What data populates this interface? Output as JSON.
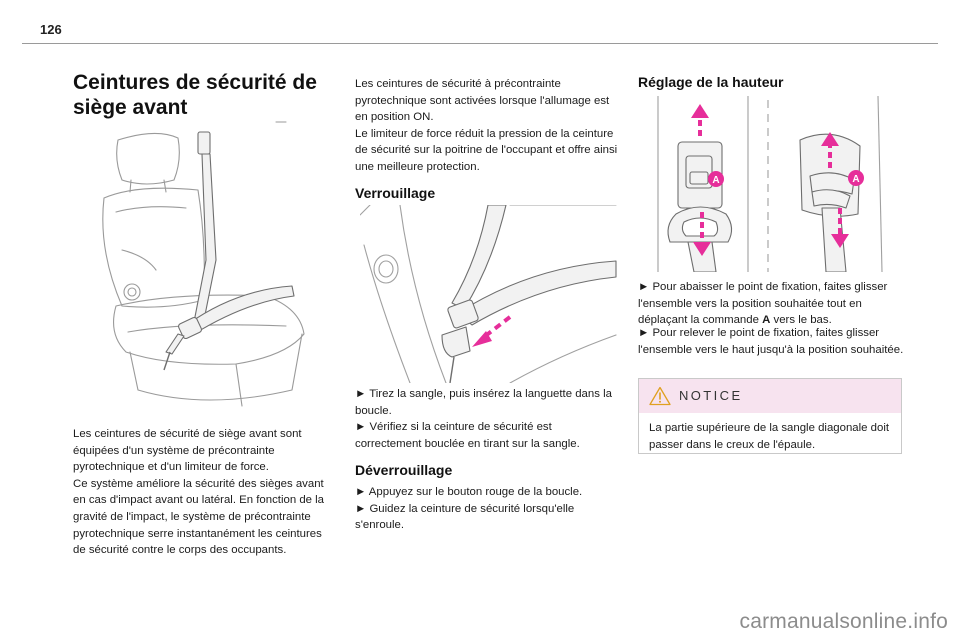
{
  "page": {
    "number": "126"
  },
  "column1": {
    "title": "Ceintures de sécurité de siège avant",
    "paragraph": "Les ceintures de sécurité de siège avant sont équipées d'un système de précontrainte pyrotechnique et d'un limiteur de force.\nCe système améliore la sécurité des sièges avant en cas d'impact avant ou latéral. En fonction de la gravité de l'impact, le système de précontrainte pyrotechnique serre instantanément les ceintures de sécurité contre le corps des occupants."
  },
  "column2": {
    "intro": "Les ceintures de sécurité à précontrainte pyrotechnique sont activées lorsque l'allumage est en position ON.\nLe limiteur de force réduit la pression de la ceinture de sécurité sur la poitrine de l'occupant et offre ainsi une meilleure protection.",
    "locking": {
      "heading": "Verrouillage",
      "steps": "► Tirez la sangle, puis insérez la languette dans la boucle.\n► Vérifiez si la ceinture de sécurité est correctement bouclée en tirant sur la sangle."
    },
    "unlocking": {
      "heading": "Déverrouillage",
      "steps": "► Appuyez sur le bouton rouge de la boucle.\n► Guidez la ceinture de sécurité lorsqu'elle s'enroule."
    }
  },
  "column3": {
    "heading": "Réglage de la hauteur",
    "callout_label": "A",
    "steps_lower": "► Pour abaisser le point de fixation, faites glisser l'ensemble vers la position souhaitée tout en déplaçant la commande ",
    "steps_lower_bold": "A",
    "steps_lower_end": " vers le bas.",
    "steps_raise": "► Pour relever le point de fixation, faites glisser l'ensemble vers le haut jusqu'à la position souhaitée.",
    "notice": {
      "label": "NOTICE",
      "text": "La partie supérieure de la sangle diagonale doit passer dans le creux de l'épaule."
    }
  },
  "footer": {
    "watermark": "carmanualsonline.info"
  },
  "colors": {
    "accent_magenta": "#e62e9a",
    "notice_bg": "#f7e3ef",
    "line_gray": "#6e6e6e"
  }
}
